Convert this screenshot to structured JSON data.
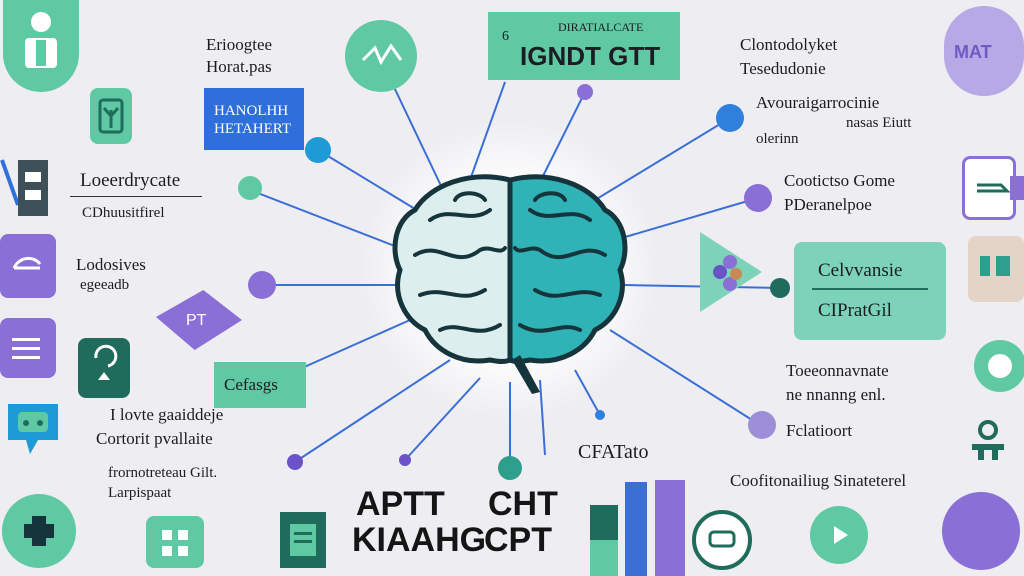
{
  "colors": {
    "teal": "#5fc9a3",
    "teal_dark": "#1f6b5c",
    "blue": "#2f6fdc",
    "purple": "#8a6fd6",
    "lavender": "#b7a9e6",
    "brain_left": "#dcefee",
    "brain_right": "#2fb3b6",
    "line": "#3b6fd6"
  },
  "labels": {
    "top_left": [
      "Erioogtee",
      "Horat.pas"
    ],
    "blue_box": [
      "HANOLHH",
      "HETAHERT"
    ],
    "top_center_small": "DIRATIALCATE",
    "top_center_num": "6",
    "top_center_main": "IGNDT GTT",
    "top_right": [
      "Clontodolyket",
      "Tesedudonie"
    ],
    "right_upper": [
      "Avouraigarrocinie",
      "nasas Eiutt",
      "olerinn"
    ],
    "right_mid": [
      "Cootictso Gome",
      "PDeranelpoe"
    ],
    "teal_box": [
      "Celvvansie",
      "CIPratGil"
    ],
    "right_lower": [
      "Toeeonnavnate",
      "ne nnanng enl."
    ],
    "right_lowest": "Fclatioort",
    "bottom_right": "Coofitonailiug Sinateterel",
    "bottom_center": "CFATato",
    "left_upper": [
      "Loeerdrycate",
      "CDhuusitfirel"
    ],
    "left_mid": [
      "Lodosives",
      "egeeadb"
    ],
    "purple_tri": "PT",
    "teal_chip": "Cefasgs",
    "left_lower": [
      "I lovte gaaiddeje",
      "Cortorit pvallaite"
    ],
    "left_bottom": [
      "frornotreteau Gilt.",
      "Larpispaat"
    ],
    "big_left": [
      "APTT",
      "KIAAHG"
    ],
    "big_right": [
      "CHT",
      "CPT"
    ],
    "logo_text": "MAT"
  },
  "icons": {
    "person": "person-icon",
    "plant": "plant-icon",
    "robot": "robot-icon",
    "arrow": "arrow-icon",
    "menu": "menu-icon",
    "chat": "chat-icon",
    "plus": "plus-icon",
    "play": "play-icon",
    "tag": "tag-icon",
    "gear": "gear-icon",
    "pin": "pin-icon",
    "dashboard": "dashboard-icon",
    "brain": "brain-icon"
  }
}
